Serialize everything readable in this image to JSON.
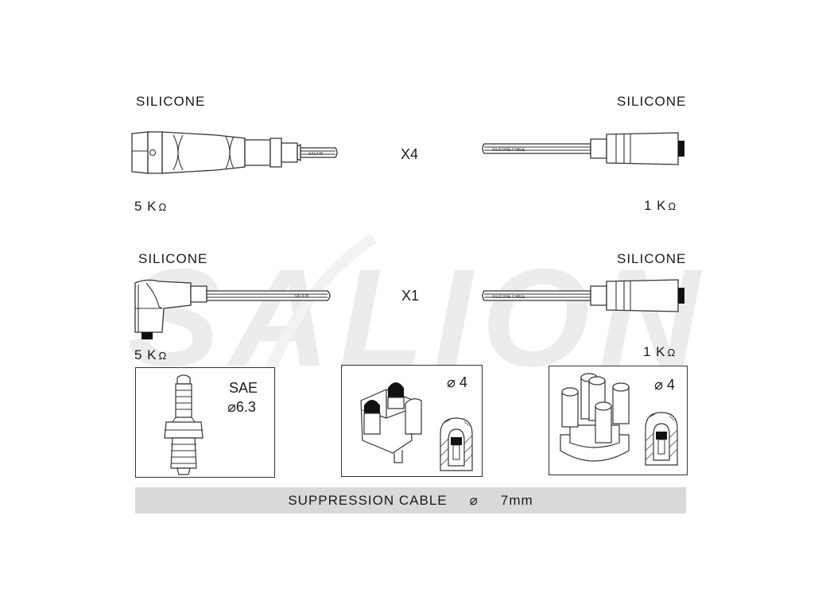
{
  "brand_watermark": "SALION",
  "row1": {
    "left": {
      "material": "SILICONE",
      "resistance": "5 K",
      "cable_print": "SALION"
    },
    "quantity": "X4",
    "right": {
      "material": "SILICONE",
      "resistance": "1 K",
      "cable_print": "SILICONE CABLE"
    }
  },
  "row2": {
    "left": {
      "material": "SILICONE",
      "resistance": "5 K",
      "cable_print": "SALION"
    },
    "quantity": "X1",
    "right": {
      "material": "SILICONE",
      "resistance": "1 K",
      "cable_print": "SILICONE CABLE"
    }
  },
  "omega": "Ω",
  "plug_box": {
    "standard": "SAE",
    "diameter": "⌀6.3"
  },
  "distributor_box_1": {
    "diameter": "⌀ 4"
  },
  "distributor_box_2": {
    "diameter": "⌀ 4"
  },
  "footer": {
    "label": "SUPPRESSION CABLE",
    "symbol": "⌀",
    "value": "7mm"
  },
  "colors": {
    "line": "#333333",
    "fill": "#ffffff",
    "footer_bg": "#d9d9d9",
    "watermark": "#ececec"
  }
}
